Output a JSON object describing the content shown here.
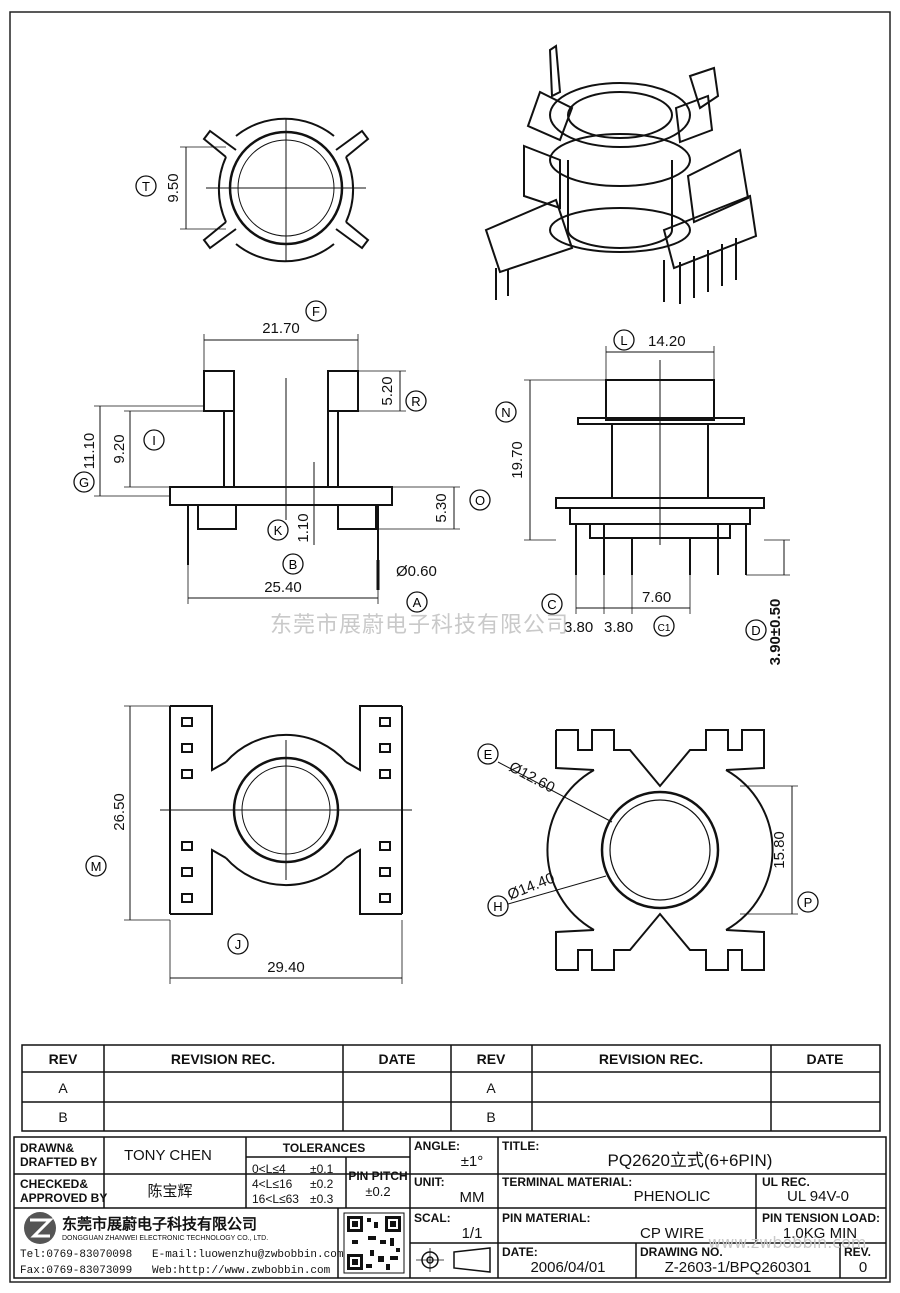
{
  "watermark": {
    "text": "东莞市展蔚电子科技有限公司",
    "url": "www.zwbobbin.com"
  },
  "dimensions": {
    "T": "9.50",
    "F": "21.70",
    "R": "5.20",
    "G": "11.10",
    "I": "9.20",
    "O": "5.30",
    "K": "1.10",
    "B": "25.40",
    "A": "Ø0.60",
    "L": "14.20",
    "N": "19.70",
    "C": "3.80",
    "C1": "3.80",
    "C_total": "7.60",
    "D": "3.90±0.50",
    "M": "26.50",
    "J": "29.40",
    "E": "Ø12.60",
    "H": "Ø14.40",
    "P": "15.80"
  },
  "callouts": [
    "T",
    "F",
    "R",
    "G",
    "I",
    "O",
    "K",
    "B",
    "A",
    "L",
    "N",
    "C",
    "C1",
    "D",
    "M",
    "J",
    "E",
    "H",
    "P"
  ],
  "revision_table": {
    "headers": [
      "REV",
      "REVISION REC.",
      "DATE",
      "REV",
      "REVISION REC.",
      "DATE"
    ],
    "rows": [
      [
        "A",
        "",
        "",
        "A",
        "",
        ""
      ],
      [
        "B",
        "",
        "",
        "B",
        "",
        ""
      ]
    ]
  },
  "title_block": {
    "drawn_label": "DRAWN&",
    "drafted_label": "DRAFTED BY",
    "drafted_by": "TONY CHEN",
    "checked_label": "CHECKED&",
    "approved_label": "APPROVED BY",
    "approved_by": "陈宝辉",
    "tolerances_label": "TOLERANCES",
    "tolerance_rows": [
      [
        "0<L≤4",
        "±0.1"
      ],
      [
        "4<L≤16",
        "±0.2"
      ],
      [
        "16<L≤63",
        "±0.3"
      ]
    ],
    "pin_pitch_label": "PIN PITCH",
    "pin_pitch": "±0.2",
    "angle_label": "ANGLE:",
    "angle": "±1°",
    "unit_label": "UNIT:",
    "unit": "MM",
    "scale_label": "SCAL:",
    "scale": "1/1",
    "title_label": "TITLE:",
    "title": "PQ2620立式(6+6PIN)",
    "terminal_material_label": "TERMINAL MATERIAL:",
    "terminal_material": "PHENOLIC",
    "ul_rec_label": "UL REC.",
    "ul_rec": "UL 94V-0",
    "pin_material_label": "PIN MATERIAL:",
    "pin_material": "CP WIRE",
    "pin_tension_label": "PIN TENSION LOAD:",
    "pin_tension": "1.0KG MIN",
    "date_label": "DATE:",
    "date": "2006/04/01",
    "drawing_no_label": "DRAWING NO.",
    "drawing_no": "Z-2603-1/BPQ260301",
    "rev_label": "REV.",
    "rev": "0",
    "company_cn": "东莞市展蔚电子科技有限公司",
    "company_en": "DONGGUAN ZHANWEI ELECTRONIC TECHNOLOGY CO., LTD.",
    "tel": "Tel:0769-83070098",
    "email": "E-mail:luowenzhu@zwbobbin.com",
    "fax": "Fax:0769-83073099",
    "web": "Web:http://www.zwbobbin.com"
  }
}
